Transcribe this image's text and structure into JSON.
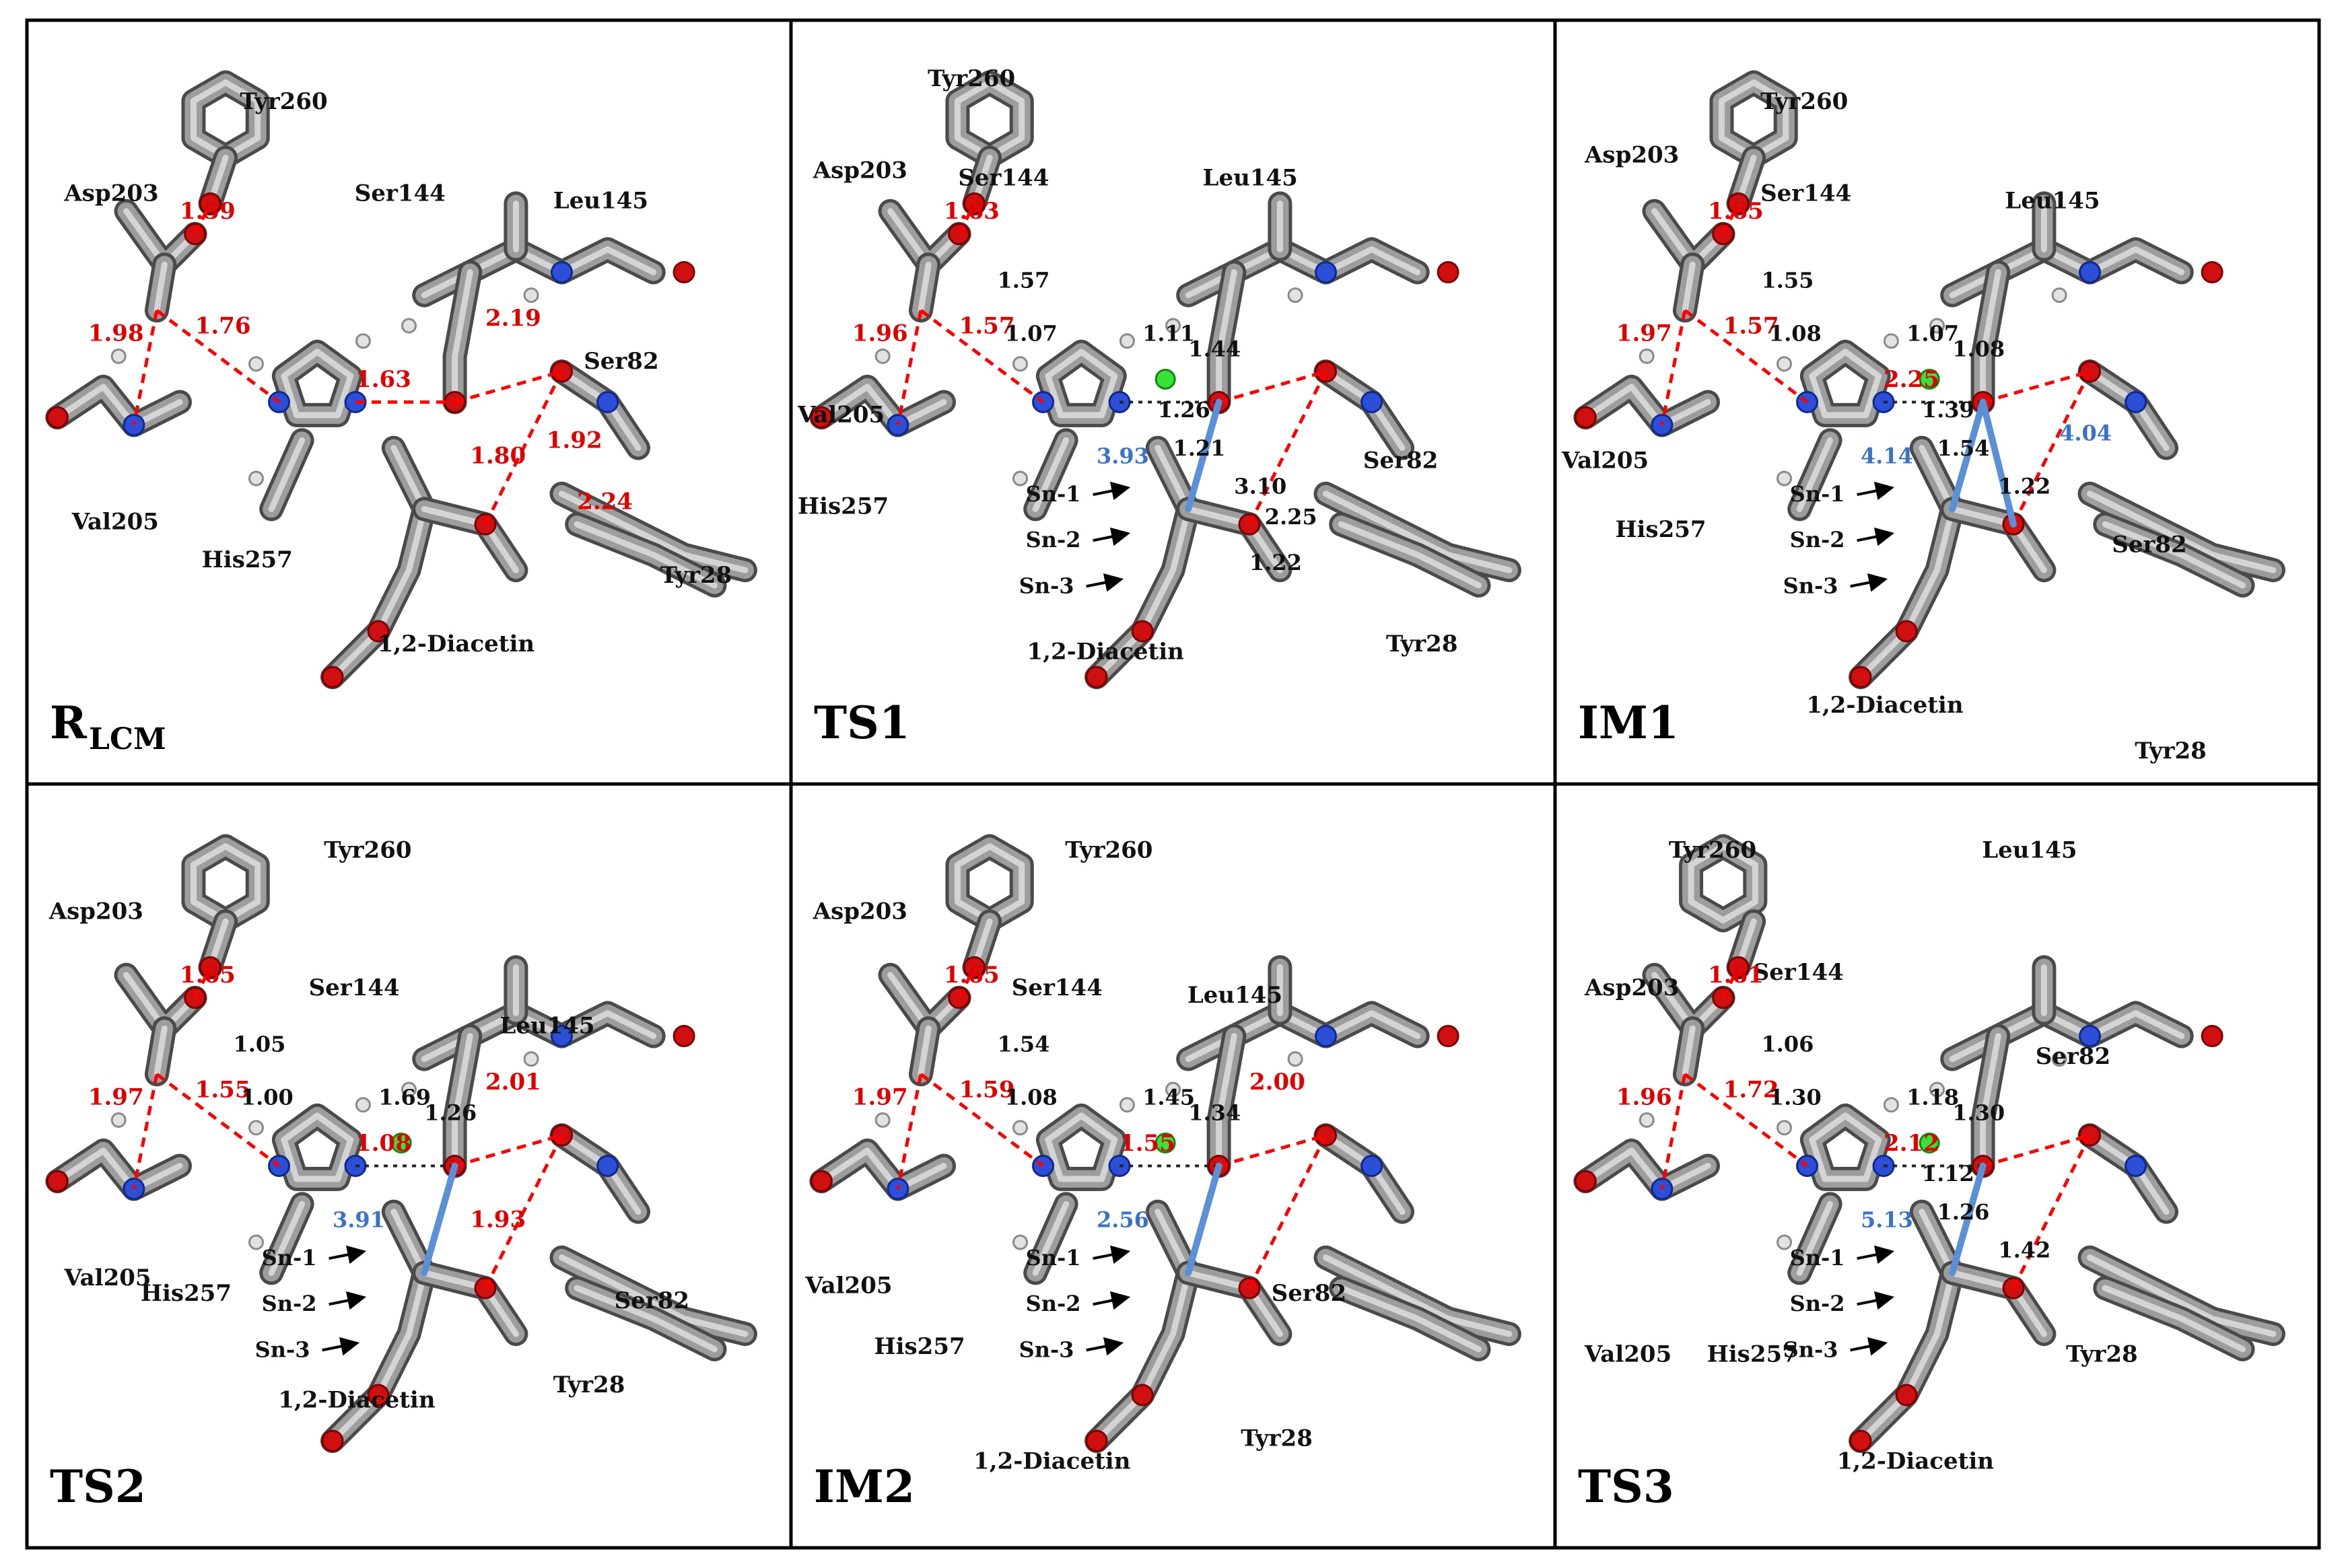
{
  "colors": {
    "carbon": "#9d9d9d",
    "oxygen": "#d01010",
    "nitrogen": "#2d4fd8",
    "hydrogen": "#e2e2e2",
    "transferring_hydrogen": "#39e239",
    "hbond_red": "#ff0000",
    "distance_blue": "#3a72c6",
    "frame": "#000000"
  },
  "panels": [
    {
      "id": "r_lcm",
      "title_main": "R",
      "title_sub": "LCM",
      "labels": [
        "Tyr260",
        "Asp203",
        "Ser144",
        "Leu145",
        "Ser82",
        "Val205",
        "His257",
        "1,2-Diacetin",
        "Tyr28"
      ],
      "distances_red": [
        "1.59",
        "1.98",
        "1.76",
        "1.63",
        "2.19",
        "1.80",
        "1.92",
        "2.24"
      ],
      "distances_black": [],
      "distances_blue": [],
      "fragment_labels": []
    },
    {
      "id": "ts1",
      "title_main": "TS1",
      "title_sub": "",
      "labels": [
        "Tyr260",
        "Asp203",
        "Ser144",
        "Leu145",
        "Val205",
        "His257",
        "Ser82",
        "1,2-Diacetin",
        "Tyr28"
      ],
      "distances_red": [
        "1.63",
        "1.96",
        "1.57"
      ],
      "distances_black": [
        "1.57",
        "1.07",
        "1.11",
        "1.44",
        "1.26",
        "1.21",
        "3.10",
        "2.25",
        "1.22"
      ],
      "distances_blue": [
        "3.93"
      ],
      "fragment_labels": [
        "Sn-1",
        "Sn-2",
        "Sn-3"
      ]
    },
    {
      "id": "im1",
      "title_main": "IM1",
      "title_sub": "",
      "labels": [
        "Tyr260",
        "Asp203",
        "Ser144",
        "Leu145",
        "Val205",
        "His257",
        "Ser82",
        "1,2-Diacetin",
        "Tyr28"
      ],
      "distances_red": [
        "1.65",
        "1.97",
        "1.57",
        "2.25"
      ],
      "distances_black": [
        "1.55",
        "1.08",
        "1.07",
        "1.08",
        "1.39",
        "1.54",
        "1.22"
      ],
      "distances_blue": [
        "4.14",
        "4.04"
      ],
      "fragment_labels": [
        "Sn-1",
        "Sn-2",
        "Sn-3"
      ]
    },
    {
      "id": "ts2",
      "title_main": "TS2",
      "title_sub": "",
      "labels": [
        "Tyr260",
        "Asp203",
        "Ser144",
        "Leu145",
        "Val205",
        "His257",
        "Ser82",
        "1,2-Diacetin",
        "Tyr28"
      ],
      "distances_red": [
        "1.65",
        "1.97",
        "1.55",
        "1.08",
        "2.01",
        "1.93"
      ],
      "distances_black": [
        "1.05",
        "1.00",
        "1.69",
        "1.26"
      ],
      "distances_blue": [
        "3.91"
      ],
      "fragment_labels": [
        "Sn-1",
        "Sn-2",
        "Sn-3"
      ]
    },
    {
      "id": "im2",
      "title_main": "IM2",
      "title_sub": "",
      "labels": [
        "Tyr260",
        "Asp203",
        "Ser144",
        "Leu145",
        "Val205",
        "His257",
        "Ser82",
        "1,2-Diacetin",
        "Tyr28"
      ],
      "distances_red": [
        "1.65",
        "1.97",
        "1.59",
        "1.55",
        "2.00"
      ],
      "distances_black": [
        "1.54",
        "1.08",
        "1.45",
        "1.34"
      ],
      "distances_blue": [
        "2.56"
      ],
      "fragment_labels": [
        "Sn-1",
        "Sn-2",
        "Sn-3"
      ]
    },
    {
      "id": "ts3",
      "title_main": "TS3",
      "title_sub": "",
      "labels": [
        "Tyr260",
        "Leu145",
        "Asp203",
        "Ser144",
        "Ser82",
        "Val205",
        "His257",
        "Tyr28",
        "1,2-Diacetin"
      ],
      "distances_red": [
        "1.61",
        "1.96",
        "1.72",
        "2.12"
      ],
      "distances_black": [
        "1.06",
        "1.30",
        "1.18",
        "1.30",
        "1.12",
        "1.26",
        "1.42"
      ],
      "distances_blue": [
        "5.13"
      ],
      "fragment_labels": [
        "Sn-1",
        "Sn-2",
        "Sn-3"
      ]
    }
  ]
}
